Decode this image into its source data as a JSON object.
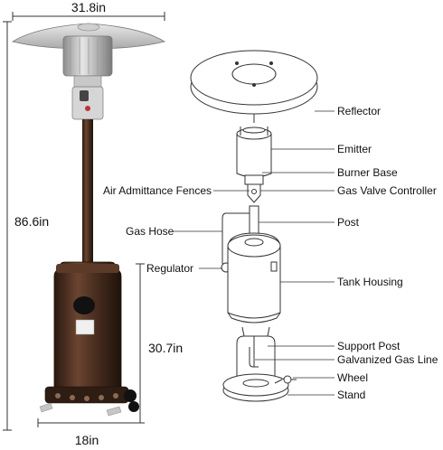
{
  "dimensions": {
    "top_width": "31.8in",
    "total_height": "86.6in",
    "base_height": "30.7in",
    "base_width": "18in"
  },
  "parts": {
    "reflector": "Reflector",
    "emitter": "Emitter",
    "burner_base": "Burner Base",
    "air_admittance_fences": "Air Admittance Fences",
    "gas_valve_controller": "Gas Valve Controller",
    "gas_hose": "Gas Hose",
    "post": "Post",
    "regulator": "Regulator",
    "tank_housing": "Tank Housing",
    "support_post": "Support Post",
    "galvanized_gas_line": "Galvanized Gas Line",
    "wheel": "Wheel",
    "stand": "Stand"
  },
  "colors": {
    "bronze": "#4a2f1f",
    "steel": "#b9b9b9",
    "outline": "#333333"
  }
}
